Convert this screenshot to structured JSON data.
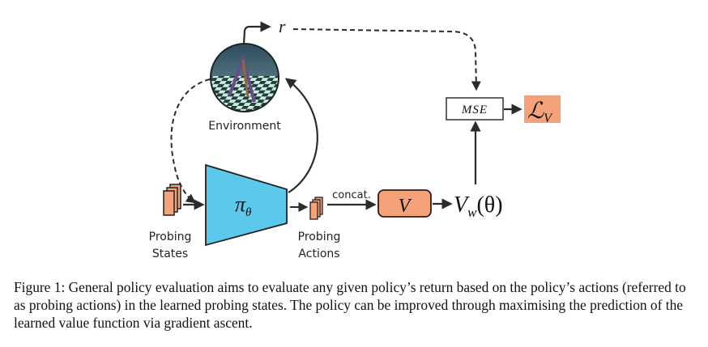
{
  "labels": {
    "reward": "r",
    "environment": "Environment",
    "policy_symbol": "π",
    "policy_subscript": "θ",
    "probing_states_line1": "Probing",
    "probing_states_line2": "States",
    "probing_actions_line1": "Probing",
    "probing_actions_line2": "Actions",
    "concat": "concat.",
    "value_fn": "V",
    "value_output": "V",
    "value_output_subscript": "w",
    "value_output_arg": "(θ)",
    "mse": "MSE",
    "loss": "ℒ",
    "loss_subscript": "V"
  },
  "caption": "Figure 1: General policy evaluation aims to evaluate any given policy’s return based on the policy’s actions (referred to as probing actions) in the learned probing states. The policy can be improved through maximising the prediction of the learned value function via gradient ascent.",
  "colors": {
    "policy_fill": "#5bc8ec",
    "box_fill": "#f5a27a",
    "loss_fill": "#f5a27a",
    "arrow": "#2b2b2b"
  }
}
